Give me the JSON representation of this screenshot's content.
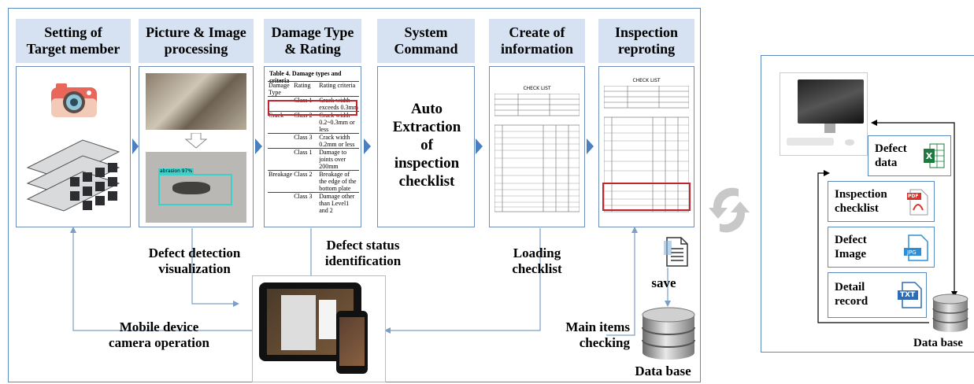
{
  "steps": [
    {
      "title": "Setting of\nTarget member"
    },
    {
      "title": "Picture & Image\nprocessing"
    },
    {
      "title": "Damage Type\n& Rating"
    },
    {
      "title": "System\nCommand"
    },
    {
      "title": "Create of\ninformation"
    },
    {
      "title": "Inspection\nreproting"
    }
  ],
  "system_command_text": "Auto\nExtraction\nof\ninspection\nchecklist",
  "image_processing": {
    "detection_tag": "abrasion 97%"
  },
  "damage_table": {
    "caption": "Table 4. Damage types and criteria",
    "headers": [
      "Damage Type",
      "Rating",
      "Rating criteria"
    ],
    "rows": [
      [
        "",
        "Class 1",
        "Crack width exceeds 0.3mm"
      ],
      [
        "Crack",
        "Class 2",
        "Crack width 0.2~0.3mm or less"
      ],
      [
        "",
        "Class 3",
        "Crack width 0.2mm or less"
      ],
      [
        "",
        "Class 1",
        "Damage to joints over 200mm"
      ],
      [
        "Breakage",
        "Class 2",
        "Breakage of the edge of the bottom plate"
      ],
      [
        "",
        "Class 3",
        "Damage other than Level1 and 2"
      ]
    ]
  },
  "checklist_title": "CHECK LIST",
  "labels": {
    "defect_detection": "Defect detection\nvisualization",
    "defect_status": "Defect status\nidentification",
    "loading_checklist": "Loading\nchecklist",
    "mobile_camera": "Mobile device\ncamera operation",
    "main_items": "Main items\nchecking",
    "save": "save",
    "database": "Data base"
  },
  "right_panel": {
    "files": [
      {
        "label": "Defect\ndata",
        "icon": "excel-icon"
      },
      {
        "label": "Inspection\nchecklist",
        "icon": "pdf-icon",
        "badge": "PDF"
      },
      {
        "label": "Defect\nImage",
        "icon": "jpg-icon",
        "badge": "JPG"
      },
      {
        "label": "Detail\nrecord",
        "icon": "txt-icon",
        "badge": "TXT"
      }
    ],
    "database": "Data base"
  },
  "colors": {
    "frame": "#5b8bbf",
    "header_bg": "#d6e2f1",
    "arrow": "#4a7fc0",
    "highlight": "#c0262d"
  }
}
